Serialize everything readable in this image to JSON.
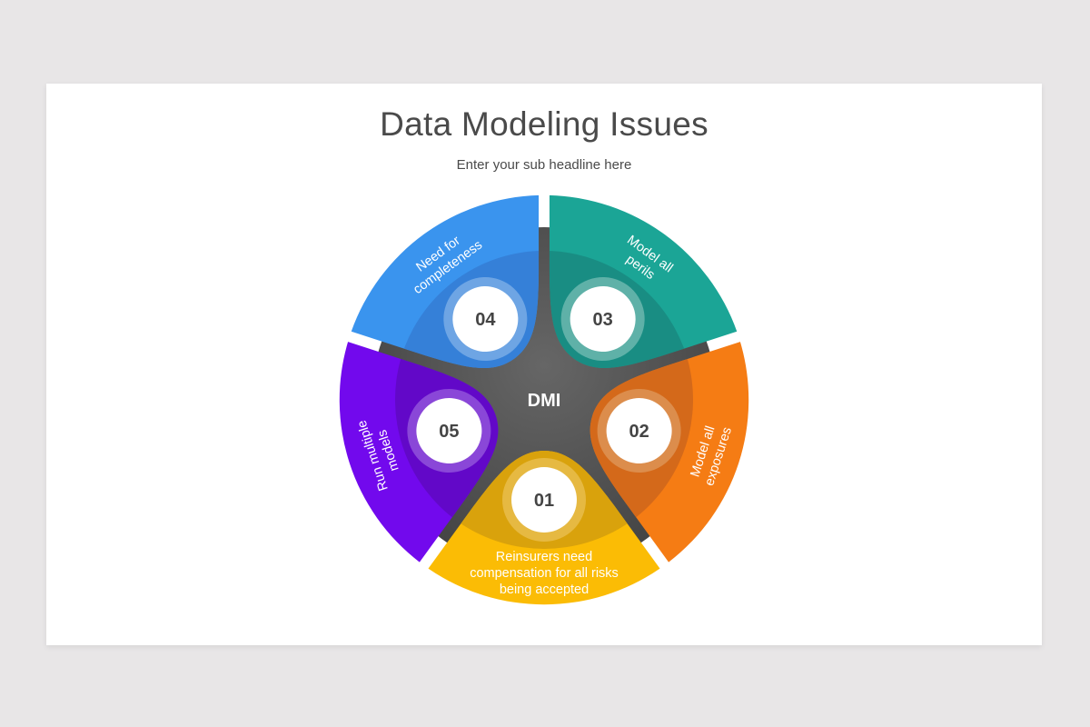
{
  "slide": {
    "title": "Data Modeling Issues",
    "subtitle": "Enter your sub headline here"
  },
  "diagram": {
    "center_label": "DMI",
    "center_color": "#5a5a5a",
    "segments": [
      {
        "number": "01",
        "lines": [
          "Reinsurers need",
          "compensation for all risks",
          "being accepted"
        ],
        "color": "#fbbc05",
        "dark": "#d9a20c",
        "ring": "#e6b942"
      },
      {
        "number": "02",
        "lines": [
          "Model all",
          "exposures"
        ],
        "color": "#f57c14",
        "dark": "#d4691a",
        "ring": "#dc8d4c"
      },
      {
        "number": "03",
        "lines": [
          "Model all",
          "perils"
        ],
        "color": "#1ba596",
        "dark": "#198d83",
        "ring": "#5fb1a8"
      },
      {
        "number": "04",
        "lines": [
          "Need for",
          "completeness"
        ],
        "color": "#3a94ee",
        "dark": "#3580d8",
        "ring": "#6ea5e4"
      },
      {
        "number": "05",
        "lines": [
          "Run multiple",
          "models"
        ],
        "color": "#7209ed",
        "dark": "#6208c8",
        "ring": "#8a47d8"
      }
    ]
  }
}
